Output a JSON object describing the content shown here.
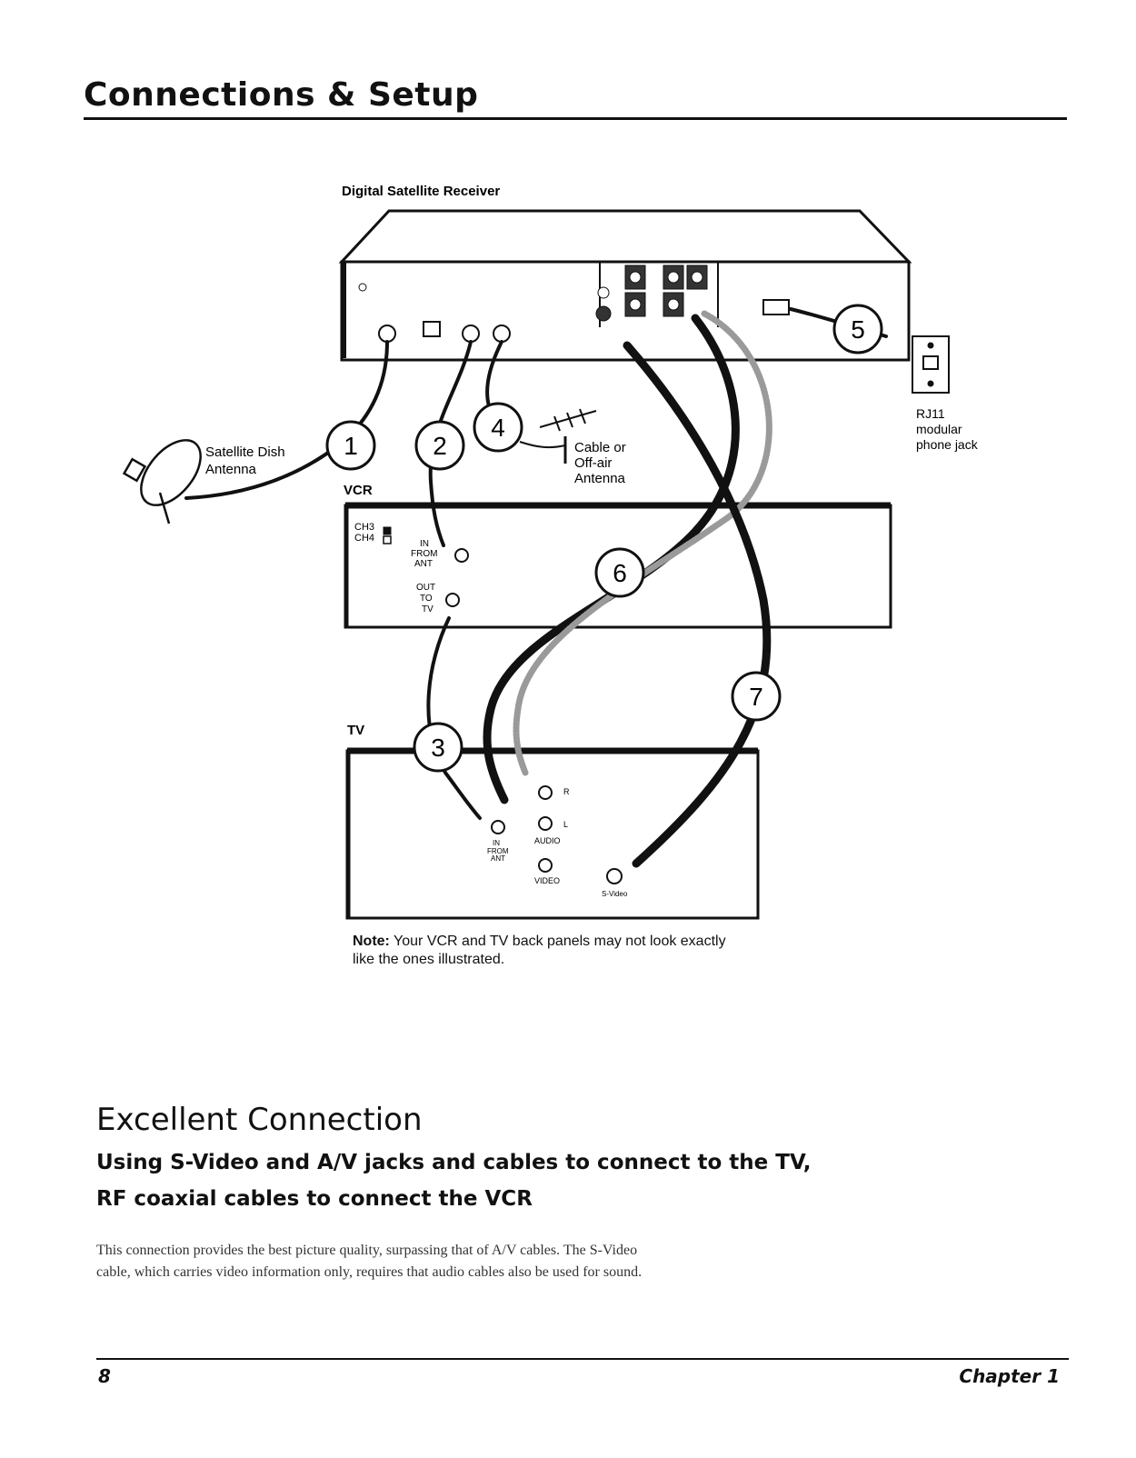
{
  "header": {
    "title": "Connections & Setup"
  },
  "diagram": {
    "receiver_label": "Digital Satellite Receiver",
    "dish_label_1": "Satellite Dish",
    "dish_label_2": "Antenna",
    "vcr_label": "VCR",
    "tv_label": "TV",
    "antenna_label_1": "Cable or",
    "antenna_label_2": "Off-air",
    "antenna_label_3": "Antenna",
    "rj11_label_1": "RJ11",
    "rj11_label_2": "modular",
    "rj11_label_3": "phone jack",
    "vcr_ch3": "CH3",
    "vcr_ch4": "CH4",
    "vcr_in": "IN",
    "vcr_from": "FROM",
    "vcr_ant": "ANT",
    "vcr_out": "OUT",
    "vcr_to": "TO",
    "vcr_tv": "TV",
    "tv_r": "R",
    "tv_l": "L",
    "tv_in": "IN",
    "tv_from": "FROM",
    "tv_ant": "ANT",
    "tv_audio": "AUDIO",
    "tv_video": "VIDEO",
    "tv_svideo": "S-Video",
    "callouts": [
      "1",
      "2",
      "3",
      "4",
      "5",
      "6",
      "7"
    ]
  },
  "note": {
    "label": "Note:",
    "text_line1": "Your VCR and TV back panels may not look exactly",
    "text_line2": "like the ones illustrated."
  },
  "section": {
    "title": "Excellent Connection",
    "subtitle_line1": "Using S-Video and A/V jacks and cables to connect to the TV,",
    "subtitle_line2": "RF coaxial cables to connect the VCR",
    "body_line1": "This connection provides the best picture quality, surpassing that of A/V cables. The S-Video",
    "body_line2": "cable, which carries video information only, requires that audio cables also be used for sound."
  },
  "footer": {
    "page_number": "8",
    "chapter": "Chapter 1"
  }
}
